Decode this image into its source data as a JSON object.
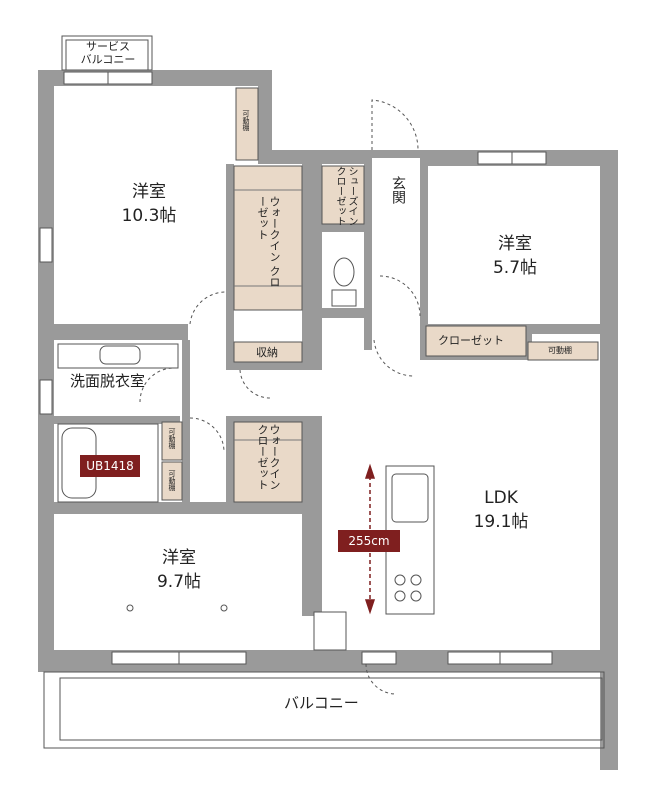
{
  "rooms": {
    "western_nw": {
      "name": "洋室",
      "size": "10.3帖"
    },
    "western_ne": {
      "name": "洋室",
      "size": "5.7帖"
    },
    "western_sw": {
      "name": "洋室",
      "size": "9.7帖"
    },
    "ldk": {
      "name": "LDK",
      "size": "19.1帖"
    },
    "entrance": {
      "name": "玄関"
    },
    "washroom": {
      "name": "洗面脱衣室"
    },
    "service_balcony": {
      "line1": "サービス",
      "line2": "バルコニー"
    },
    "balcony": {
      "name": "バルコニー"
    }
  },
  "storage": {
    "walkin_closet_top": "ウォークイン クローゼット",
    "walkin_closet_mid": "ウォークイン クローゼット",
    "shoes_closet": "シューズイン クローゼット",
    "closet": "クローゼット",
    "storage": "収納",
    "shelf": "可動棚"
  },
  "badges": {
    "bath": "UB1418",
    "ceiling": "255cm"
  },
  "colors": {
    "wall": "#9a9a9a",
    "storage_fill": "#e9d9c8",
    "badge": "#7f1f1f",
    "line": "#444444"
  }
}
